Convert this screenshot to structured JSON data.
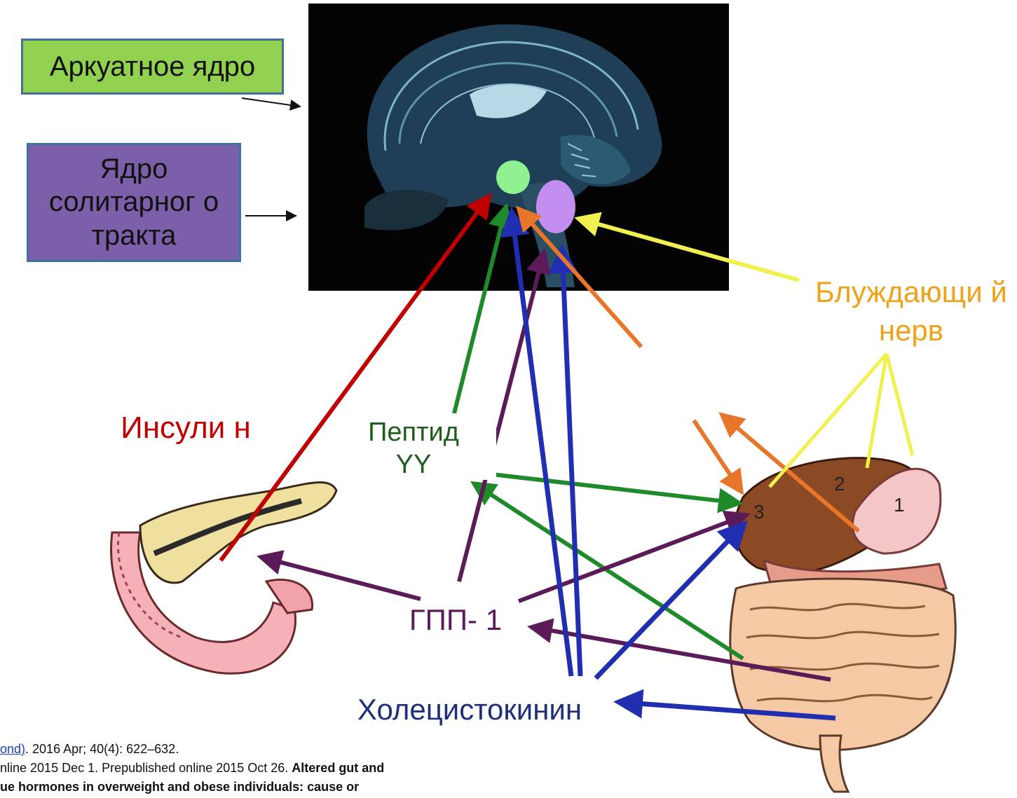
{
  "labels": {
    "arcuate_nucleus": "Аркуатное ядро",
    "solitary_tract_nucleus": "Ядро солитарног о тракта",
    "vagus_nerve": "Блуждающи й нерв",
    "insulin": "Инсули н",
    "peptide_yy": "Пептид YY",
    "glp1": "ГПП- 1",
    "cholecystokinin": "Холецистокинин"
  },
  "organ_numbers": [
    "3",
    "2",
    "1"
  ],
  "citation": {
    "journal_link": "ond)",
    "line1_rest": ". 2016 Apr; 40(4): 622–632.",
    "line2_plain": "nline 2015 Dec 1. Prepublished online 2015 Oct 26. ",
    "line2_bold": "Altered gut and",
    "line3_bold": "ue hormones in overweight and obese individuals: cause or"
  },
  "colors": {
    "insulin": "#c00000",
    "peptide_yy": "#1f8a2a",
    "glp1": "#5b1a58",
    "cholecystokinin": "#1f2fb0",
    "vagus": "#f0f050",
    "ghrelin_orange": "#e8762a",
    "arcuate_marker": "#8ef08e",
    "solitary_marker": "#c48ef0"
  }
}
